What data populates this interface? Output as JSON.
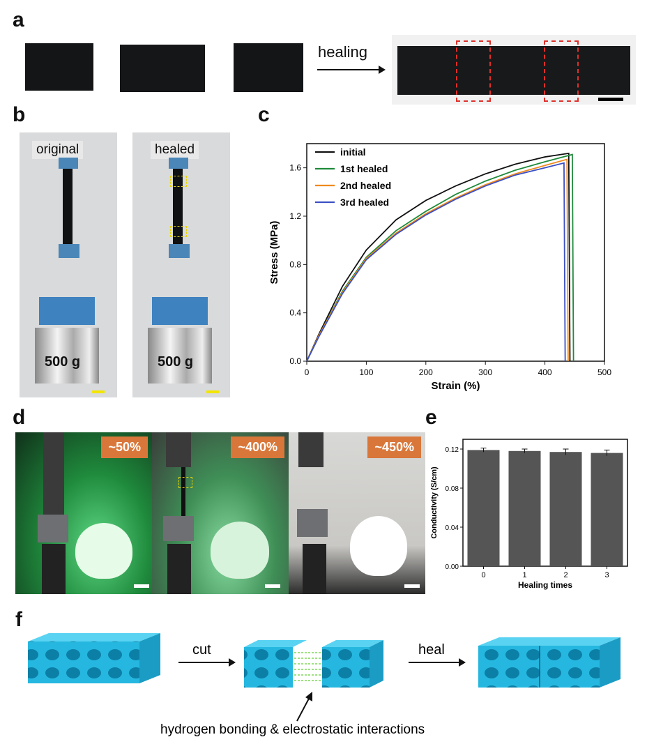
{
  "panels": {
    "a": {
      "letter": "a",
      "arrow_label": "healing"
    },
    "b": {
      "letter": "b",
      "labels": [
        "original",
        "healed"
      ],
      "weights": [
        "500 g",
        "500 g"
      ]
    },
    "c": {
      "letter": "c"
    },
    "d": {
      "letter": "d",
      "percents": [
        "~50%",
        "~400%",
        "~450%"
      ]
    },
    "e": {
      "letter": "e"
    },
    "f": {
      "letter": "f",
      "arrow1": "cut",
      "arrow2": "heal",
      "caption": "hydrogen bonding & electrostatic interactions"
    }
  },
  "chart_data": [
    {
      "type": "line",
      "xlabel": "Strain (%)",
      "ylabel": "Stress (MPa)",
      "xlim": [
        0,
        500
      ],
      "ylim": [
        0,
        1.8
      ],
      "xticks": [
        0,
        100,
        200,
        300,
        400,
        500
      ],
      "yticks": [
        0.0,
        0.4,
        0.8,
        1.2,
        1.6
      ],
      "legend": "top-left",
      "series": [
        {
          "name": "initial",
          "color": "#111111",
          "x": [
            0,
            20,
            60,
            100,
            150,
            200,
            250,
            300,
            350,
            400,
            440,
            442
          ],
          "y": [
            0,
            0.22,
            0.62,
            0.92,
            1.17,
            1.33,
            1.45,
            1.55,
            1.63,
            1.69,
            1.72,
            0
          ]
        },
        {
          "name": "1st healed",
          "color": "#1f8a3a",
          "x": [
            0,
            20,
            60,
            100,
            150,
            200,
            250,
            300,
            350,
            400,
            446,
            448
          ],
          "y": [
            0,
            0.21,
            0.58,
            0.86,
            1.08,
            1.24,
            1.38,
            1.49,
            1.58,
            1.65,
            1.71,
            0
          ]
        },
        {
          "name": "2nd healed",
          "color": "#f08a1e",
          "x": [
            0,
            20,
            60,
            100,
            150,
            200,
            250,
            300,
            350,
            400,
            437,
            439
          ],
          "y": [
            0,
            0.21,
            0.57,
            0.85,
            1.06,
            1.22,
            1.35,
            1.46,
            1.55,
            1.62,
            1.67,
            0
          ]
        },
        {
          "name": "3rd healed",
          "color": "#3b4fc4",
          "x": [
            0,
            20,
            60,
            100,
            150,
            200,
            250,
            300,
            350,
            400,
            432,
            434
          ],
          "y": [
            0,
            0.2,
            0.56,
            0.84,
            1.05,
            1.21,
            1.34,
            1.45,
            1.54,
            1.6,
            1.64,
            0
          ]
        }
      ]
    },
    {
      "type": "bar",
      "xlabel": "Healing times",
      "ylabel": "Conductivity (S/cm)",
      "categories": [
        "0",
        "1",
        "2",
        "3"
      ],
      "values": [
        0.119,
        0.118,
        0.117,
        0.116
      ],
      "errors": [
        0.002,
        0.002,
        0.003,
        0.003
      ],
      "ylim": [
        0,
        0.13
      ],
      "yticks": [
        0.0,
        0.04,
        0.08,
        0.12
      ],
      "color": "#555555"
    }
  ]
}
